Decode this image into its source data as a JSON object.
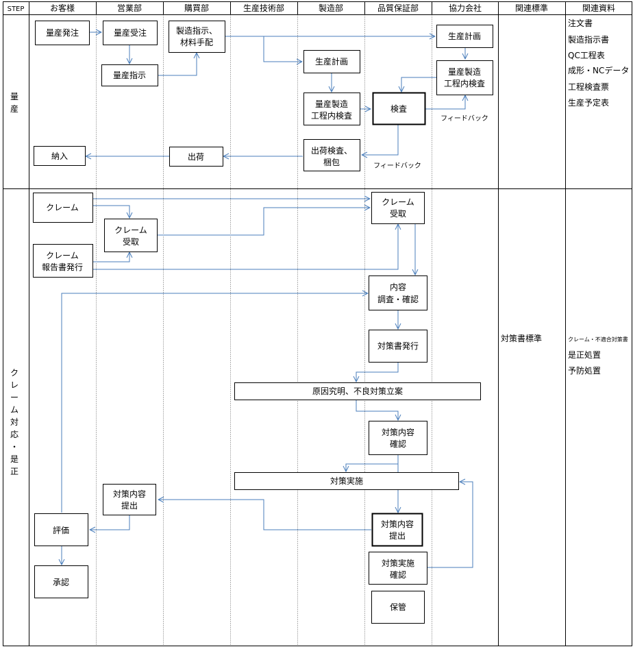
{
  "header": {
    "step": "STEP",
    "columns": [
      "お客様",
      "営業部",
      "購買部",
      "生産技術部",
      "製造部",
      "品質保証部",
      "協力会社",
      "関連標準",
      "関連資料"
    ]
  },
  "steps": {
    "mass": [
      "量",
      "産"
    ],
    "claim": [
      "ク",
      "レ",
      "ー",
      "ム",
      "対",
      "応",
      "・",
      "是",
      "正"
    ]
  },
  "mass": {
    "customer_order": "量産発注",
    "sales_receive": "量産受注",
    "sales_instruct": "量産指示",
    "purchase_instruct": [
      "製造指示、",
      "材料手配"
    ],
    "mfg_plan": "生産計画",
    "mfg_inspect": [
      "量産製造",
      "工程内検査"
    ],
    "qa_inspect": "検査",
    "partner_plan": "生産計画",
    "partner_inspect": [
      "量産製造",
      "工程内検査"
    ],
    "feedback_partner": "フィードバック",
    "feedback_mfg": "フィードバック",
    "ship_inspect": [
      "出荷検査、",
      "梱包"
    ],
    "ship": "出荷",
    "deliver": "納入"
  },
  "claim": {
    "customer_claim": "クレーム",
    "customer_report": [
      "クレーム",
      "報告書発行"
    ],
    "sales_receive": [
      "クレーム",
      "受取"
    ],
    "qa_receive": [
      "クレーム",
      "受取"
    ],
    "qa_investigate": [
      "内容",
      "調査・確認"
    ],
    "qa_issue": "対策書発行",
    "cause": "原因究明、不良対策立案",
    "qa_confirm_content": [
      "対策内容",
      "確認"
    ],
    "implement": "対策実施",
    "qa_submit": [
      "対策内容",
      "提出"
    ],
    "sales_submit": [
      "対策内容",
      "提出"
    ],
    "evaluate": "評価",
    "approve": "承認",
    "qa_confirm_impl": [
      "対策実施",
      "確認"
    ],
    "store": "保管"
  },
  "related_standards": {
    "claim": "対策書標準"
  },
  "related_docs": {
    "mass": [
      "注文書",
      "製造指示書",
      "QC工程表",
      "成形・NCデータ",
      "工程検査票",
      "生産予定表"
    ],
    "claim_title": "クレーム・不適合対策書",
    "claim": [
      "是正処置",
      "予防処置"
    ]
  },
  "colors": {
    "arrow": "#4a7ebb",
    "grid": "#000000",
    "lane_divider": "#666666"
  }
}
